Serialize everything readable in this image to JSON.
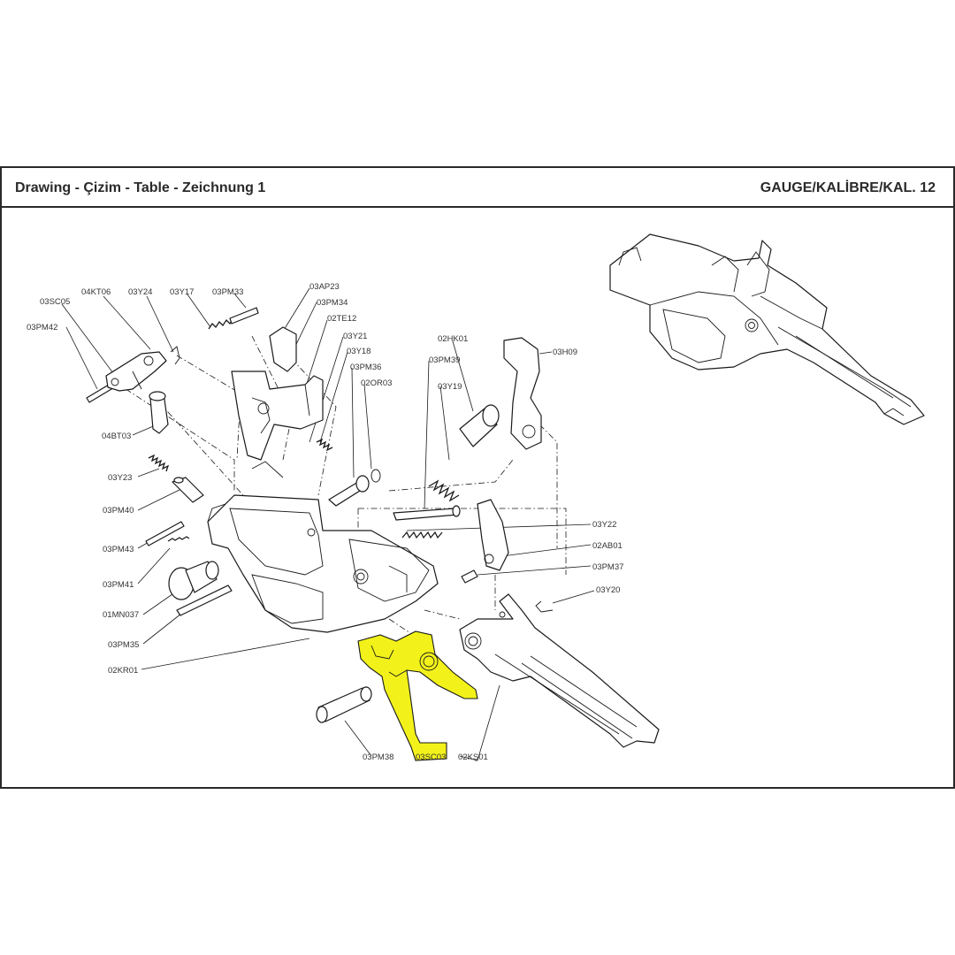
{
  "header": {
    "title": "Drawing - Çizim - Table - Zeichnung  1",
    "gauge": "GAUGE/KALİBRE/KAL. 12"
  },
  "highlight_color": "#f2f21a",
  "highlighted_part": "03SC03",
  "labels": {
    "l_03SC05": "03SC05",
    "l_04KT06": "04KT06",
    "l_03Y24": "03Y24",
    "l_03Y17": "03Y17",
    "l_03PM33": "03PM33",
    "l_03AP23": "03AP23",
    "l_03PM34": "03PM34",
    "l_02TE12": "02TE12",
    "l_03Y21": "03Y21",
    "l_03Y18": "03Y18",
    "l_03PM36": "03PM36",
    "l_02OR03": "02OR03",
    "l_02HK01": "02HK01",
    "l_03PM39": "03PM39",
    "l_03Y19": "03Y19",
    "l_03H09": "03H09",
    "l_03PM42": "03PM42",
    "l_04BT03": "04BT03",
    "l_03Y23": "03Y23",
    "l_03PM40": "03PM40",
    "l_03PM43": "03PM43",
    "l_03PM41": "03PM41",
    "l_01MN037": "01MN037",
    "l_03PM35": "03PM35",
    "l_02KR01": "02KR01",
    "l_03Y22": "03Y22",
    "l_02AB01": "02AB01",
    "l_03PM37": "03PM37",
    "l_03Y20": "03Y20",
    "l_03PM38": "03PM38",
    "l_03SC03": "03SC03",
    "l_02KS01": "02KŞ01"
  }
}
